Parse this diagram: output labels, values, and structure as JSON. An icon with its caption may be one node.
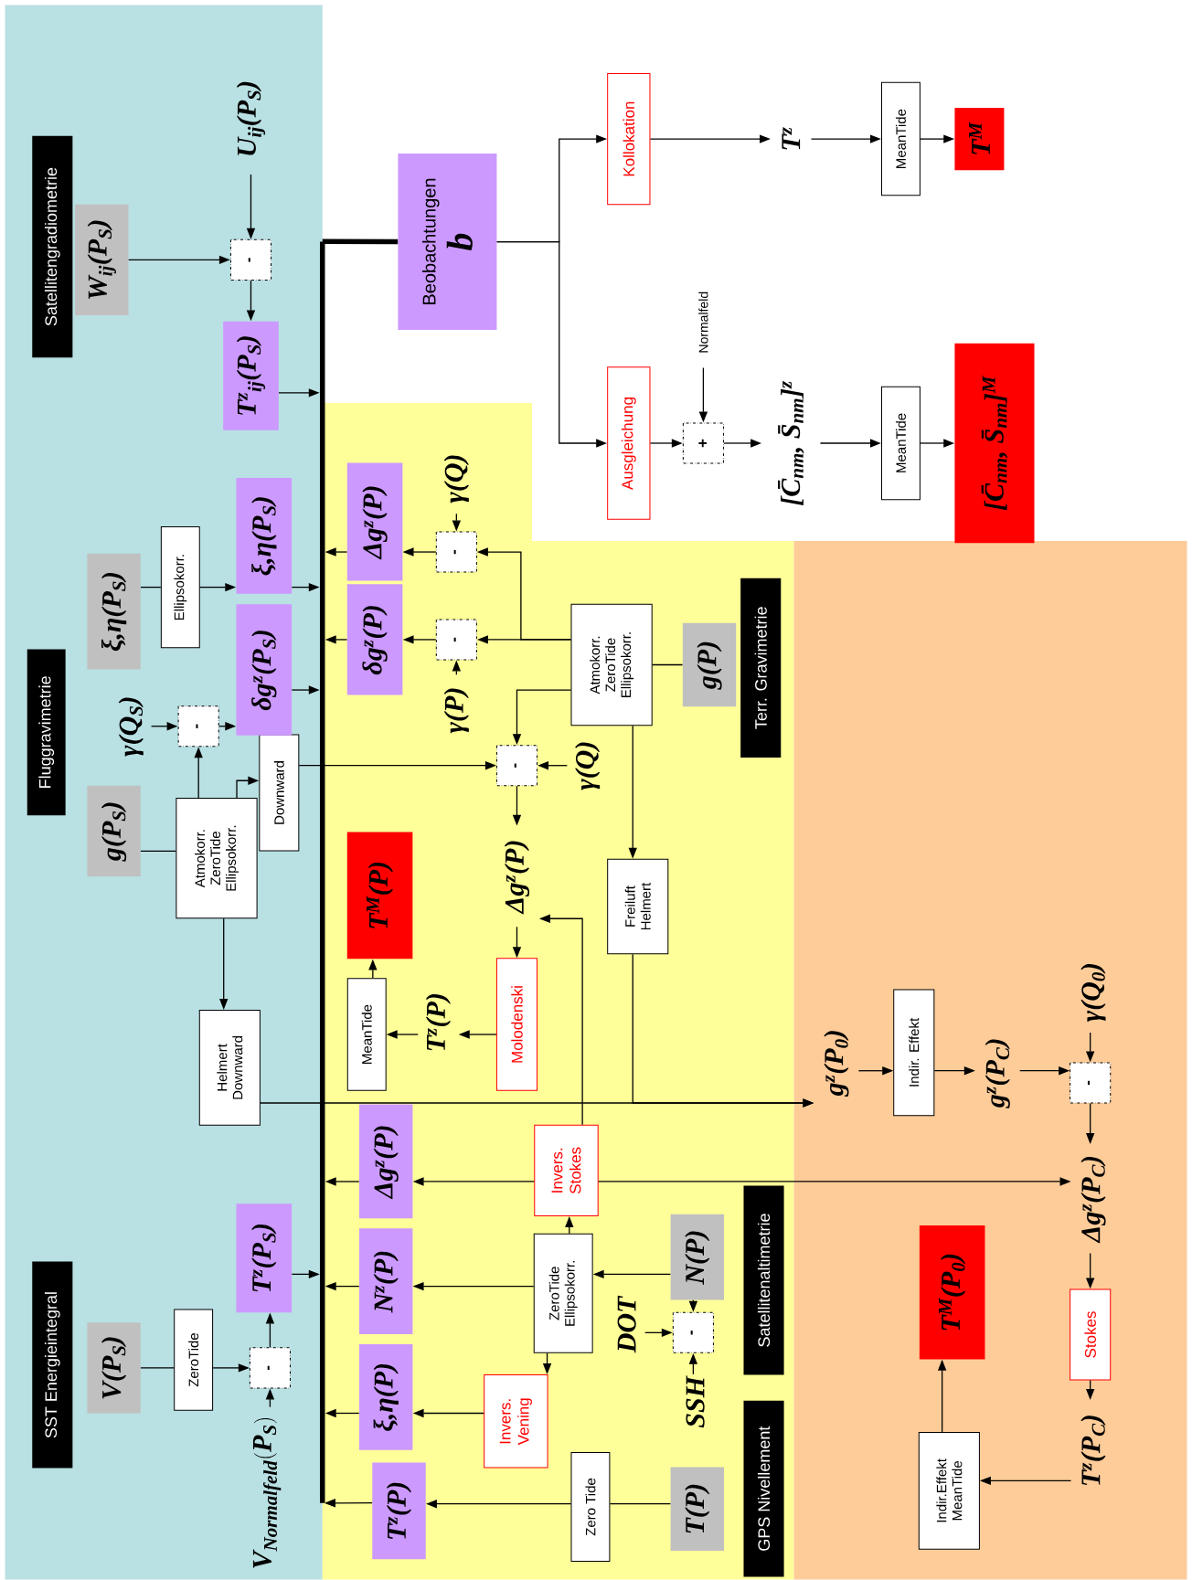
{
  "diagram": {
    "nodes": [
      {
        "text": [
          "Satellitengradiometrie"
        ]
      },
      {
        "text": [
          "W$_{ij}$(P$_{S}$)"
        ]
      },
      {
        "text": [
          "U$_{ij}$(P$_{S}$)"
        ]
      },
      {
        "text": [
          "-"
        ]
      },
      {
        "text": [
          "T$^{z}$$_{ij}$(P$_{S}$)"
        ]
      },
      {
        "text": [
          "Beobachtungen",
          "b"
        ]
      },
      {
        "text": [
          "Kollokation"
        ]
      },
      {
        "text": [
          "T$^{z}$"
        ]
      },
      {
        "text": [
          "MeanTide"
        ]
      },
      {
        "text": [
          "T$^{M}$"
        ]
      },
      {
        "text": [
          "Normalfeld"
        ]
      },
      {
        "text": [
          "Ausgleichung"
        ]
      },
      {
        "text": [
          "+"
        ]
      },
      {
        "text": [
          "[C̄$_{nm}$, S̄$_{nm}$]$^{z}$"
        ]
      },
      {
        "text": [
          "MeanTide"
        ]
      },
      {
        "text": [
          "[C̄$_{nm}$, S̄$_{nm}$]$^{M}$"
        ]
      },
      {
        "text": [
          "Fluggravimetrie"
        ]
      },
      {
        "text": [
          "g(P$_{S}$)"
        ]
      },
      {
        "text": [
          "γ(Q$_{S}$)"
        ]
      },
      {
        "text": [
          "-"
        ]
      },
      {
        "text": [
          "Atmokorr. ZeroTide Ellipsokorr."
        ]
      },
      {
        "text": [
          "Downward"
        ]
      },
      {
        "text": [
          "δg$^{z}$(P$_{S}$)"
        ]
      },
      {
        "text": [
          "ξ,η(P$_{S}$)"
        ]
      },
      {
        "text": [
          "Ellipsokorr."
        ]
      },
      {
        "text": [
          "ξ,η(P$_{S}$)"
        ]
      },
      {
        "text": [
          "Helmert Downward"
        ]
      },
      {
        "text": [
          "Δg$^{z}$(P)"
        ]
      },
      {
        "text": [
          "δg$^{z}$(P)"
        ]
      },
      {
        "text": [
          "-"
        ]
      },
      {
        "text": [
          "γ(Q)"
        ]
      },
      {
        "text": [
          "-"
        ]
      },
      {
        "text": [
          "γ(P)"
        ]
      },
      {
        "text": [
          "Atmokorr. ZeroTide Ellipsokorr."
        ]
      },
      {
        "text": [
          "g(P)"
        ]
      },
      {
        "text": [
          "Terr. Gravimetrie"
        ]
      },
      {
        "text": [
          "-"
        ]
      },
      {
        "text": [
          "γ(Q)"
        ]
      },
      {
        "text": [
          "Δg$^{z}$(P)"
        ]
      },
      {
        "text": [
          "Freiluft Helmert"
        ]
      },
      {
        "text": [
          "T$^{M}$(P)"
        ]
      },
      {
        "text": [
          "MeanTide"
        ]
      },
      {
        "text": [
          "T$^{z}$(P)"
        ]
      },
      {
        "text": [
          "Molodenski"
        ]
      },
      {
        "text": [
          "g$^{z}$(P$_{0}$)"
        ]
      },
      {
        "text": [
          "Indir. Effekt"
        ]
      },
      {
        "text": [
          "g$^{z}$(P$_{C}$)"
        ]
      },
      {
        "text": [
          "-"
        ]
      },
      {
        "text": [
          "γ(Q$_{0}$)"
        ]
      },
      {
        "text": [
          "Δg$^{z}$(P$_{C}$)"
        ]
      },
      {
        "text": [
          "Invers. Stokes"
        ]
      },
      {
        "text": [
          "Δg$^{z}$(P)"
        ]
      },
      {
        "text": [
          "N$^{z}$(P)"
        ]
      },
      {
        "text": [
          "ξ,η(P)"
        ]
      },
      {
        "text": [
          "T$^{z}$(P$_{S}$)"
        ]
      },
      {
        "text": [
          "V(P$_{S}$)"
        ]
      },
      {
        "text": [
          "ZeroTide"
        ]
      },
      {
        "text": [
          "-"
        ]
      },
      {
        "text": [
          "V_{Normalfeld}(P_{S})"
        ]
      },
      {
        "text": [
          "SST Energieintegral"
        ]
      },
      {
        "text": [
          "ZeroTide Ellipsokorr."
        ]
      },
      {
        "text": [
          "N(P)"
        ]
      },
      {
        "text": [
          "-"
        ]
      },
      {
        "text": [
          "DOT"
        ]
      },
      {
        "text": [
          "SSH"
        ]
      },
      {
        "text": [
          "Satellitenaltimetrie"
        ]
      },
      {
        "text": [
          "Invers. Vening"
        ]
      },
      {
        "text": [
          "Zero Tide"
        ]
      },
      {
        "text": [
          "T(P)"
        ]
      },
      {
        "text": [
          "GPS Nivellement"
        ]
      },
      {
        "text": [
          "T$^{z}$(P)"
        ]
      },
      {
        "text": [
          "T$^{M}$(P$_{0}$)"
        ]
      },
      {
        "text": [
          "Stokes"
        ]
      },
      {
        "text": [
          "T$^{z}$(P$_{C}$)"
        ]
      },
      {
        "text": [
          "Indir.Effekt MeanTide"
        ]
      },
      {
        "text": [],
        "shape": "bar"
      }
    ],
    "edges": [
      {
        "from": 1,
        "to": 3,
        "arrow": "to"
      },
      {
        "from": 2,
        "to": 3,
        "arrow": "to"
      },
      {
        "from": 3,
        "to": 4,
        "arrow": "to"
      },
      {
        "from": 4,
        "to": 75,
        "arrow": "to"
      },
      {
        "from": 75,
        "to": 5,
        "arrow": "none",
        "style": "thick"
      },
      {
        "from": 5,
        "to": 6,
        "arrow": "to"
      },
      {
        "from": 5,
        "to": 11,
        "arrow": "to"
      },
      {
        "from": 6,
        "to": 7,
        "arrow": "to"
      },
      {
        "from": 7,
        "to": 8,
        "arrow": "to"
      },
      {
        "from": 8,
        "to": 9,
        "arrow": "to"
      },
      {
        "from": 11,
        "to": 12,
        "arrow": "to"
      },
      {
        "from": 10,
        "to": 12,
        "arrow": "to"
      },
      {
        "from": 12,
        "to": 13,
        "arrow": "to"
      },
      {
        "from": 13,
        "to": 14,
        "arrow": "to"
      },
      {
        "from": 14,
        "to": 15,
        "arrow": "to"
      },
      {
        "from": 17,
        "to": 20,
        "arrow": "none"
      },
      {
        "from": 20,
        "to": 19,
        "arrow": "to"
      },
      {
        "from": 18,
        "to": 19,
        "arrow": "to"
      },
      {
        "from": 19,
        "to": 22,
        "arrow": "to"
      },
      {
        "from": 20,
        "to": 21,
        "arrow": "to"
      },
      {
        "from": 20,
        "to": 26,
        "arrow": "to"
      },
      {
        "from": 22,
        "to": 75,
        "arrow": "to"
      },
      {
        "from": 23,
        "to": 24,
        "arrow": "none"
      },
      {
        "from": 24,
        "to": 25,
        "arrow": "to"
      },
      {
        "from": 25,
        "to": 75,
        "arrow": "to"
      },
      {
        "from": 21,
        "to": 36,
        "arrow": "to"
      },
      {
        "from": 33,
        "to": 36,
        "arrow": "to"
      },
      {
        "from": 37,
        "to": 36,
        "arrow": "to"
      },
      {
        "from": 36,
        "to": 38,
        "arrow": "to"
      },
      {
        "from": 34,
        "to": 33,
        "arrow": "none"
      },
      {
        "from": 33,
        "to": 31,
        "arrow": "to"
      },
      {
        "from": 33,
        "to": 29,
        "arrow": "to"
      },
      {
        "from": 30,
        "to": 29,
        "arrow": "to"
      },
      {
        "from": 32,
        "to": 31,
        "arrow": "to"
      },
      {
        "from": 29,
        "to": 27,
        "arrow": "to"
      },
      {
        "from": 31,
        "to": 28,
        "arrow": "to"
      },
      {
        "from": 27,
        "to": 75,
        "arrow": "to"
      },
      {
        "from": 28,
        "to": 75,
        "arrow": "to"
      },
      {
        "from": 33,
        "to": 39,
        "arrow": "to"
      },
      {
        "from": 39,
        "to": 44,
        "arrow": "to"
      },
      {
        "from": 26,
        "to": 44,
        "arrow": "to"
      },
      {
        "from": 44,
        "to": 45,
        "arrow": "to"
      },
      {
        "from": 45,
        "to": 46,
        "arrow": "to"
      },
      {
        "from": 46,
        "to": 47,
        "arrow": "to"
      },
      {
        "from": 48,
        "to": 47,
        "arrow": "to"
      },
      {
        "from": 47,
        "to": 49,
        "arrow": "to"
      },
      {
        "from": 50,
        "to": 38,
        "arrow": "to"
      },
      {
        "from": 38,
        "to": 43,
        "arrow": "to"
      },
      {
        "from": 43,
        "to": 42,
        "arrow": "to"
      },
      {
        "from": 42,
        "to": 41,
        "arrow": "to"
      },
      {
        "from": 41,
        "to": 40,
        "arrow": "to"
      },
      {
        "from": 50,
        "to": 51,
        "arrow": "to"
      },
      {
        "from": 50,
        "to": 49,
        "arrow": "to"
      },
      {
        "from": 51,
        "to": 75,
        "arrow": "to"
      },
      {
        "from": 52,
        "to": 75,
        "arrow": "to"
      },
      {
        "from": 53,
        "to": 75,
        "arrow": "to"
      },
      {
        "from": 70,
        "to": 75,
        "arrow": "to"
      },
      {
        "from": 54,
        "to": 75,
        "arrow": "to"
      },
      {
        "from": 55,
        "to": 56,
        "arrow": "none"
      },
      {
        "from": 56,
        "to": 57,
        "arrow": "to"
      },
      {
        "from": 58,
        "to": 57,
        "arrow": "to"
      },
      {
        "from": 57,
        "to": 54,
        "arrow": "to"
      },
      {
        "from": 60,
        "to": 50,
        "arrow": "to"
      },
      {
        "from": 60,
        "to": 52,
        "arrow": "to"
      },
      {
        "from": 60,
        "to": 66,
        "arrow": "to"
      },
      {
        "from": 61,
        "to": 60,
        "arrow": "to"
      },
      {
        "from": 61,
        "to": 62,
        "arrow": "to"
      },
      {
        "from": 63,
        "to": 62,
        "arrow": "to"
      },
      {
        "from": 64,
        "to": 62,
        "arrow": "to"
      },
      {
        "from": 66,
        "to": 53,
        "arrow": "to"
      },
      {
        "from": 68,
        "to": 67,
        "arrow": "none"
      },
      {
        "from": 67,
        "to": 70,
        "arrow": "to"
      },
      {
        "from": 49,
        "to": 72,
        "arrow": "to"
      },
      {
        "from": 72,
        "to": 73,
        "arrow": "to"
      },
      {
        "from": 73,
        "to": 74,
        "arrow": "to"
      },
      {
        "from": 74,
        "to": 71,
        "arrow": "to"
      }
    ]
  }
}
